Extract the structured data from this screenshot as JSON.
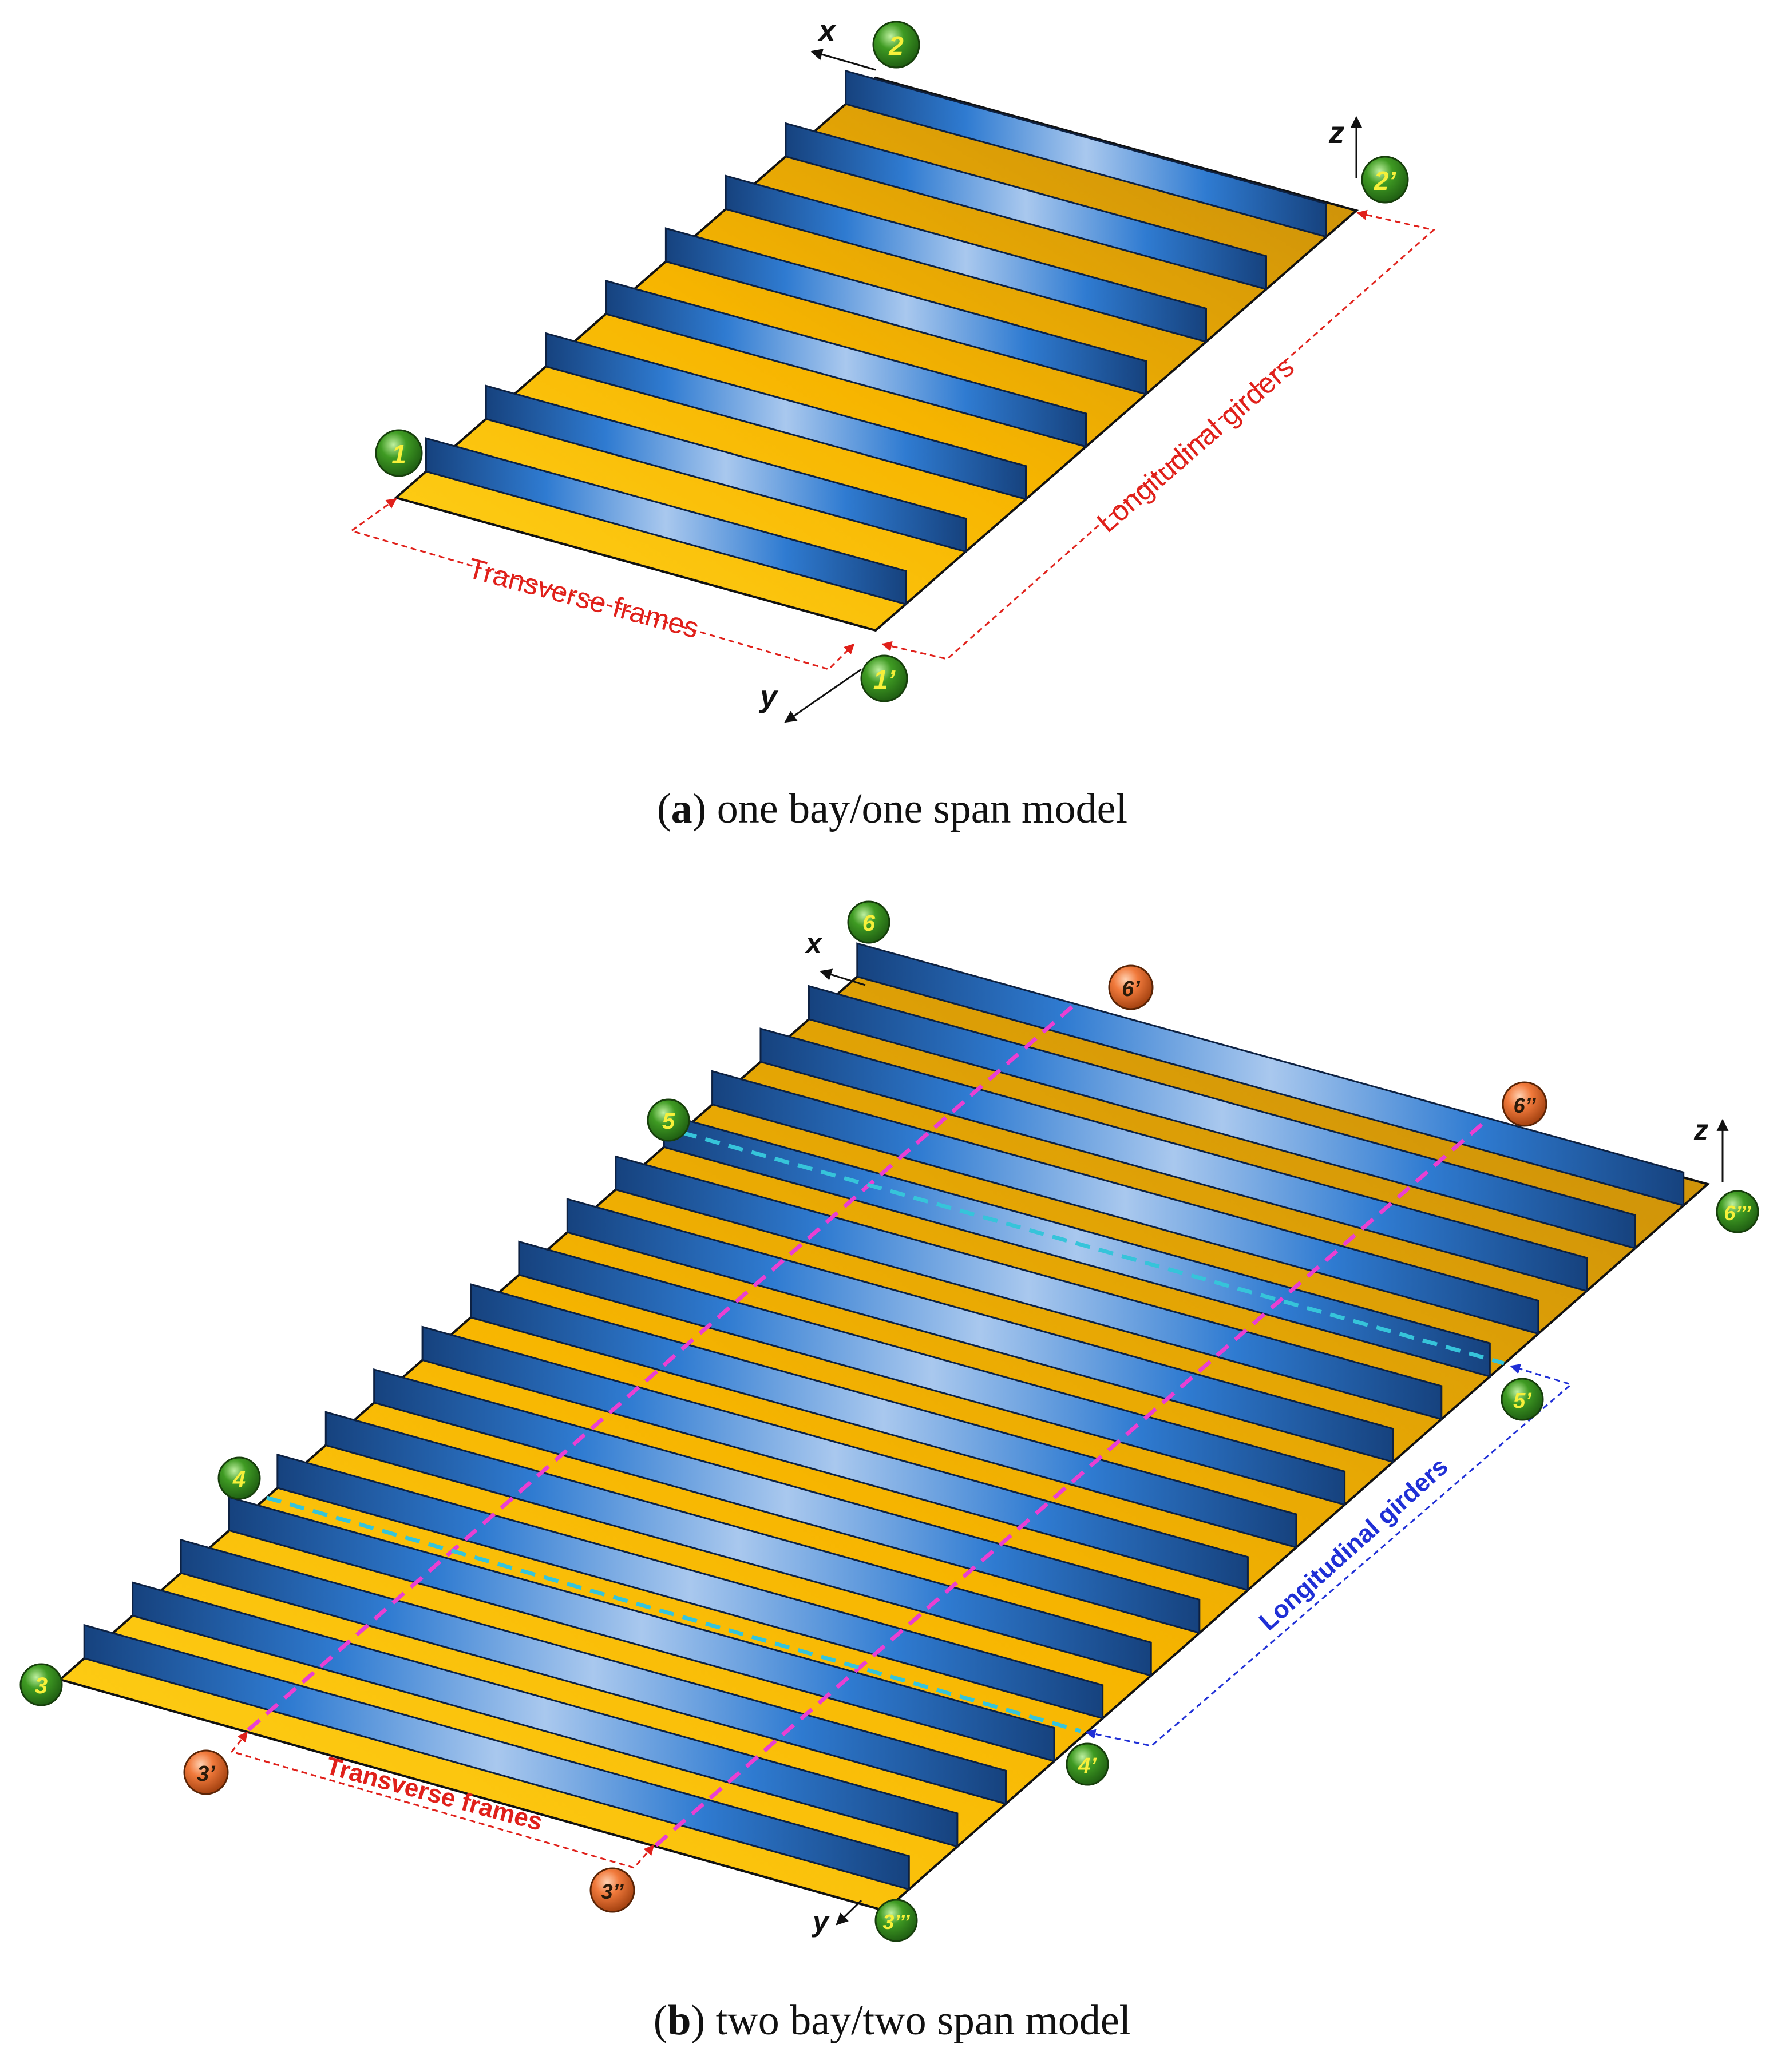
{
  "colors": {
    "plate_light": "#ffd21a",
    "plate_mid": "#f7b500",
    "plate_dark": "#c48a0c",
    "stiffener_dark": "#16427e",
    "stiffener_mid": "#2f7bd1",
    "stiffener_light": "#a9c8ee",
    "node_green": "#3f9b23",
    "node_green_dark": "#1f5e12",
    "node_green_label": "#f6f03a",
    "node_orange": "#f17a3c",
    "node_orange_dark": "#a2400f",
    "node_orange_label": "#2a1a0a",
    "dim_red": "#e0201a",
    "dim_blue": "#1f2fd6",
    "line_magenta": "#ea3fd2",
    "line_cyan": "#36c4da",
    "axis": "#111111"
  },
  "panel_a": {
    "caption_letter": "a",
    "caption_text": "one bay/one span model",
    "stiffener_count": 8,
    "axes": {
      "x": "x",
      "y": "y",
      "z": "z"
    },
    "nodes": {
      "n1": "1",
      "n1p": "1’",
      "n2": "2",
      "n2p": "2’"
    },
    "dim_transverse": "Transverse frames",
    "dim_longitudinal": "Longitudinal girders"
  },
  "panel_b": {
    "caption_letter": "b",
    "caption_text": "two bay/two span model",
    "stiffener_count": 17,
    "axes": {
      "x": "x",
      "y": "y",
      "z": "z"
    },
    "green_nodes": {
      "n3": "3",
      "n3ppp": "3’’’",
      "n4": "4",
      "n4p": "4’",
      "n5": "5",
      "n5p": "5’",
      "n6": "6",
      "n6ppp": "6’’’"
    },
    "orange_nodes": {
      "n3p": "3’",
      "n3pp": "3’’",
      "n6p": "6’",
      "n6pp": "6’’"
    },
    "dim_transverse": "Transverse frames",
    "dim_longitudinal": "Longitudinal girders"
  }
}
